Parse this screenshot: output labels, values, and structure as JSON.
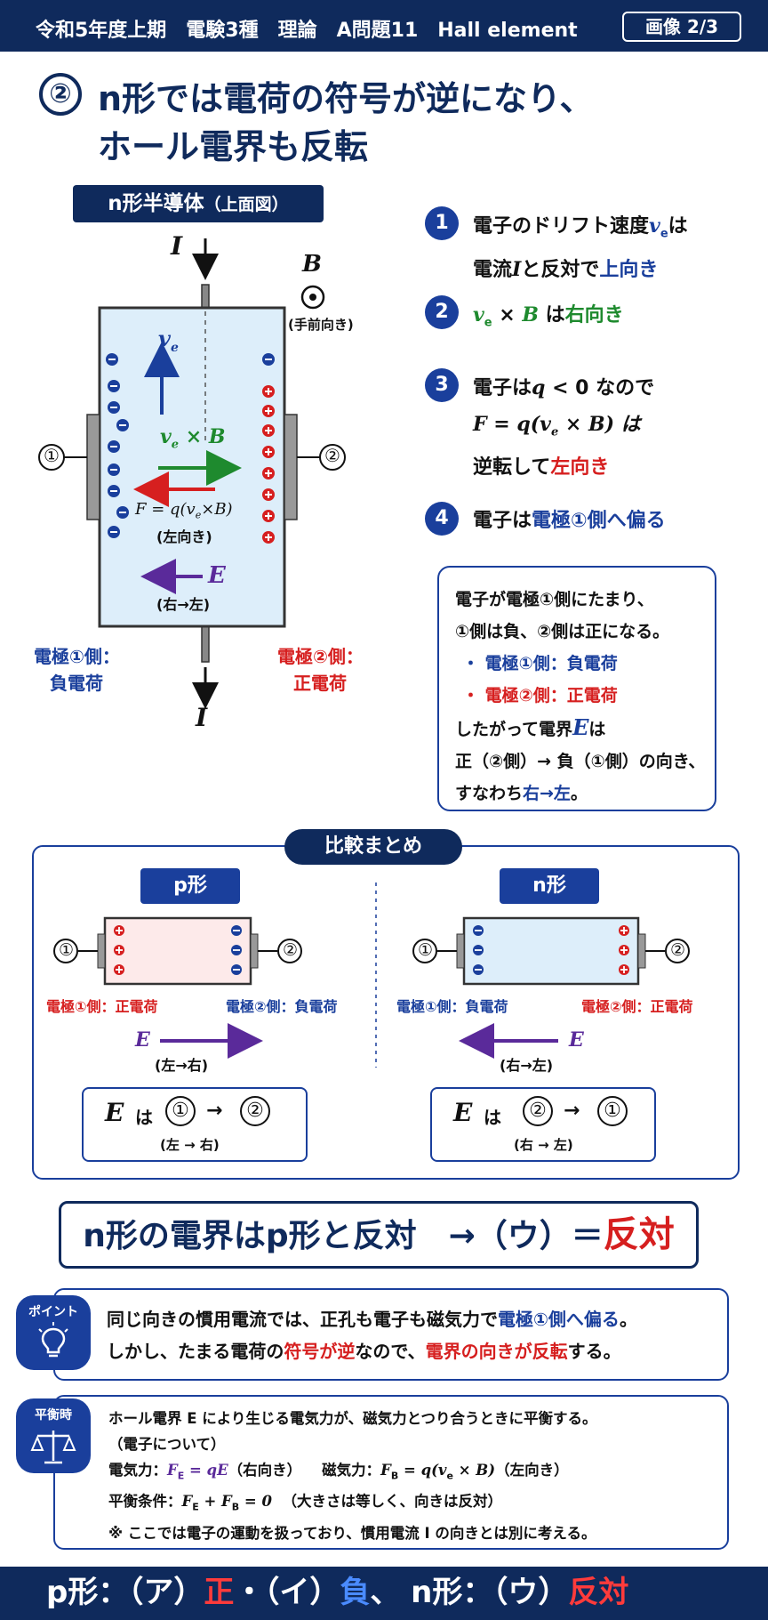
{
  "header": {
    "title": "令和5年度上期　電験3種　理論　A問題11　Hall element",
    "badge": "画像 2/3"
  },
  "title": {
    "num": "②",
    "line1": "n形では電荷の符号が逆になり、",
    "line2": "ホール電界も反転"
  },
  "diagram": {
    "label": "n形半導体",
    "label_sub": "（上面図）",
    "current_top": "I",
    "current_bottom": "I",
    "b_label": "B",
    "b_note": "(手前向き)",
    "ve": "v",
    "ve_sub": "e",
    "vxb": "v",
    "vxb_rest": " × B",
    "force": "F = q(v",
    "force_rest": "×B)",
    "force_note": "(左向き)",
    "e_label": "E",
    "e_note": "(右→左)",
    "electrode1": "①",
    "electrode2": "②",
    "left_label1": "電極①側：",
    "left_label2": "負電荷",
    "right_label1": "電極②側：",
    "right_label2": "正電荷"
  },
  "steps": [
    {
      "num": "1",
      "l1a": "電子のドリフト速度",
      "l1b": "v",
      "l1c": "e",
      "l1d": "は",
      "l2a": "電流",
      "l2b": "I",
      "l2c": "と反対で",
      "l2d": "上向き"
    },
    {
      "num": "2",
      "l1a": "v",
      "l1b": "e",
      "l1c": " × ",
      "l1d": "B",
      "l1e": " は",
      "l1f": "右向き"
    },
    {
      "num": "3",
      "l1a": "電子は",
      "l1b": "q",
      "l1c": " < 0 なので",
      "l2": "F = q(v",
      "l2b": "e",
      "l2c": " × B) は",
      "l3a": "逆転して",
      "l3b": "左向き"
    },
    {
      "num": "4",
      "l1a": "電子は",
      "l1b": "電極①側へ偏る"
    }
  ],
  "note": {
    "l1": "電子が電極①側にたまり、",
    "l2": "①側は負、②側は正になる。",
    "b1": "・ 電極①側：負電荷",
    "b2": "・ 電極②側：正電荷",
    "l3a": "したがって電界",
    "l3b": "E",
    "l3c": "は",
    "l4": "正（②側）→ 負（①側）の向き、",
    "l5a": "すなわち",
    "l5b": "右→左",
    "l5c": "。"
  },
  "summary": {
    "title": "比較まとめ",
    "p": {
      "label": "p形",
      "left": "電極①側：正電荷",
      "right": "電極②側：負電荷",
      "e": "E",
      "dir": "(左→右)",
      "box_e": "E",
      "box_ha": "は",
      "box_from": "①",
      "box_to": "②",
      "box_dir": "(左 → 右)"
    },
    "n": {
      "label": "n形",
      "left": "電極①側：負電荷",
      "right": "電極②側：正電荷",
      "e": "E",
      "dir": "(右→左)",
      "box_e": "E",
      "box_ha": "は",
      "box_from": "②",
      "box_to": "①",
      "box_dir": "(右 → 左)"
    },
    "electrode1": "①",
    "electrode2": "②"
  },
  "conclusion": {
    "text": "n形の電界はp形と反対　→（ウ）＝",
    "answer": "反対"
  },
  "point": {
    "badge": "ポイント",
    "l1a": "同じ向きの慣用電流では、正孔も電子も磁気力で",
    "l1b": "電極①側へ偏る",
    "l1c": "。",
    "l2a": "しかし、たまる電荷の",
    "l2b": "符号が逆",
    "l2c": "なので、",
    "l2d": "電界の向きが反転",
    "l2e": "する。"
  },
  "balance": {
    "badge": "平衡時",
    "l1": "ホール電界 E により生じる電気力が、磁気力とつり合うときに平衡する。",
    "l2": "（電子について）",
    "l3a": "電気力：",
    "l3b": "F",
    "l3c": "E",
    "l3d": " = qE",
    "l3e": "（右向き）",
    "l3f": "磁気力：",
    "l3g": "F",
    "l3h": "B",
    "l3i": " = q(v",
    "l3j": "e",
    "l3k": " × B)",
    "l3l": "（左向き）",
    "l4a": "平衡条件：",
    "l4b": "F",
    "l4c": "E",
    "l4d": " + F",
    "l4e": "B",
    "l4f": " = 0",
    "l4g": "（大きさは等しく、向きは反対）",
    "l5": "※ ここでは電子の運動を扱っており、慣用電流 I の向きとは別に考える。"
  },
  "footer": {
    "a": "p形：（ア）",
    "a_val": "正",
    "b": "・（イ）",
    "b_val": "負",
    "c": "、 n形：（ウ）",
    "c_val": "反対"
  },
  "colors": {
    "navy": "#0f2a5c",
    "blue": "#1a3f9c",
    "red": "#d61f1f",
    "green": "#1e8a2e",
    "purple": "#5a2a9a",
    "n_fill": "#ddeefa",
    "p_fill": "#fdeaea"
  },
  "icons": {
    "b_field": "dot-in-circle-icon",
    "point": "lightbulb-icon",
    "balance": "scale-icon"
  }
}
